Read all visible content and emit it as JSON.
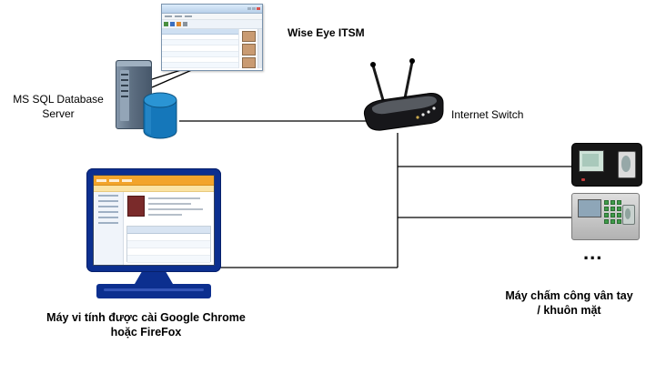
{
  "labels": {
    "app_title": "Wise Eye ITSM",
    "server": "MS SQL Database\nServer",
    "switch": "Internet Switch",
    "computer": "Máy vi tính được cài Google Chrome\nhoặc FireFox",
    "devices": "Máy chấm công vân tay\n/ khuôn mặt",
    "ellipsis": "..."
  },
  "icons": {
    "screenshot": "app-window-thumbnail-icon",
    "server": "server-tower-icon",
    "database": "database-cylinder-icon",
    "switch": "wireless-router-icon",
    "computer": "desktop-monitor-icon",
    "device1": "fingerprint-terminal-icon",
    "device2": "fingerprint-keypad-terminal-icon"
  },
  "colors": {
    "connector": "#000000",
    "database_blue": "#1577ba",
    "monitor_blue": "#0c2f8f",
    "screen_toolbar_orange": "#f2a42b"
  }
}
